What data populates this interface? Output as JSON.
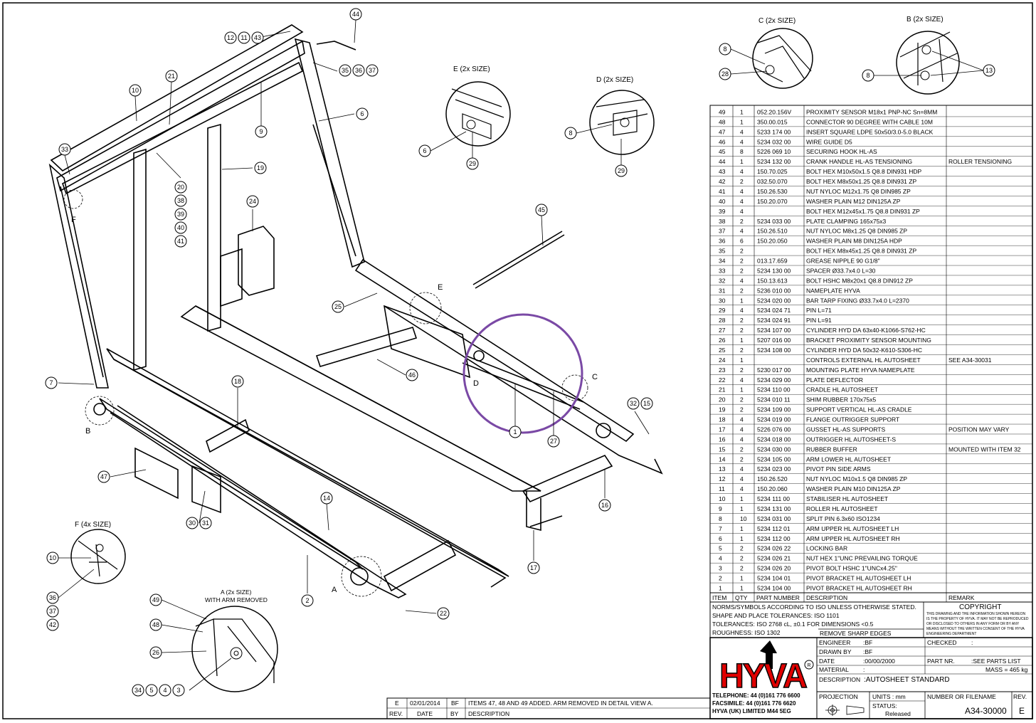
{
  "detail_labels": {
    "c": "C (2x SIZE)",
    "b": "B (2x SIZE)",
    "e": "E (2x SIZE)",
    "d": "D (2x SIZE)",
    "f": "F (4x SIZE)",
    "a_line1": "A (2x SIZE)",
    "a_line2": "WITH ARM REMOVED"
  },
  "view_letters": {
    "f": "F",
    "b": "B",
    "e": "E",
    "d": "D",
    "c": "C",
    "a": "A"
  },
  "balloons": {
    "b12": "12",
    "b11": "11",
    "b43": "43",
    "b44": "44",
    "b35": "35",
    "b36": "36",
    "b37": "37",
    "b21": "21",
    "b10": "10",
    "b9": "9",
    "b6": "6",
    "b33": "33",
    "b19": "19",
    "b20": "20",
    "b38": "38",
    "b39": "39",
    "b40": "40",
    "b41": "41",
    "b24": "24",
    "b45": "45",
    "b25": "25",
    "b46": "46",
    "b7": "7",
    "b18": "18",
    "b1": "1",
    "b27": "27",
    "b32": "32",
    "b15": "15",
    "b47": "47",
    "b14": "14",
    "b16": "16",
    "b30": "30",
    "b31": "31",
    "b17": "17",
    "b2": "2",
    "b22": "22",
    "f10": "10",
    "f36": "36",
    "f37": "37",
    "f42": "42",
    "a49": "49",
    "a48": "48",
    "a26": "26",
    "a34": "34",
    "a5": "5",
    "a4": "4",
    "a3": "3",
    "c8": "8",
    "c28": "28",
    "b_8": "8",
    "b_13": "13",
    "e6": "6",
    "e29": "29",
    "d8": "8",
    "d29": "29"
  },
  "bom": {
    "rows": [
      [
        "49",
        "1",
        "052.20.156V",
        "PROXIMITY SENSOR M18x1 PNP-NC Sn=8MM",
        ""
      ],
      [
        "48",
        "1",
        "350.00.015",
        "CONNECTOR 90 DEGREE WITH CABLE 10M",
        ""
      ],
      [
        "47",
        "4",
        "5233 174 00",
        "INSERT SQUARE LDPE 50x50/3.0-5.0 BLACK",
        ""
      ],
      [
        "46",
        "4",
        "5234 032 00",
        "WIRE GUIDE D5",
        ""
      ],
      [
        "45",
        "8",
        "5226 069 10",
        "SECURING HOOK HL-AS",
        ""
      ],
      [
        "44",
        "1",
        "5234 132 00",
        "CRANK HANDLE HL-AS TENSIONING",
        "ROLLER TENSIONING"
      ],
      [
        "43",
        "4",
        "150.70.025",
        "BOLT HEX M10x50x1.5 Q8.8 DIN931 HDP",
        ""
      ],
      [
        "42",
        "2",
        "032.50.070",
        "BOLT HEX M8x50x1.25 Q8.8 DIN931 ZP",
        ""
      ],
      [
        "41",
        "4",
        "150.26.530",
        "NUT NYLOC M12x1.75 Q8 DIN985 ZP",
        ""
      ],
      [
        "40",
        "4",
        "150.20.070",
        "WASHER PLAIN M12 DIN125A ZP",
        ""
      ],
      [
        "39",
        "4",
        "",
        "BOLT HEX M12x45x1.75 Q8.8 DIN931 ZP",
        ""
      ],
      [
        "38",
        "2",
        "5234 033 00",
        "PLATE CLAMPING 165x75x3",
        ""
      ],
      [
        "37",
        "4",
        "150.26.510",
        "NUT NYLOC M8x1.25 Q8 DIN985 ZP",
        ""
      ],
      [
        "36",
        "6",
        "150.20.050",
        "WASHER PLAIN M8 DIN125A HDP",
        ""
      ],
      [
        "35",
        "2",
        "",
        "BOLT HEX M8x45x1.25 Q8.8 DIN931 ZP",
        ""
      ],
      [
        "34",
        "2",
        "013.17.659",
        "GREASE NIPPLE 90 G1/8\"",
        ""
      ],
      [
        "33",
        "2",
        "5234 130 00",
        "SPACER Ø33.7x4.0 L=30",
        ""
      ],
      [
        "32",
        "4",
        "150.13.613",
        "BOLT HSHC M8x20x1 Q8.8 DIN912 ZP",
        ""
      ],
      [
        "31",
        "2",
        "5236 010 00",
        "NAMEPLATE HYVA",
        ""
      ],
      [
        "30",
        "1",
        "5234 020 00",
        "BAR TARP FIXING Ø33.7x4.0 L=2370",
        ""
      ],
      [
        "29",
        "4",
        "5234 024 71",
        "PIN L=71",
        ""
      ],
      [
        "28",
        "2",
        "5234 024 91",
        "PIN L=91",
        ""
      ],
      [
        "27",
        "2",
        "5234 107 00",
        "CYLINDER HYD DA 63x40-K1066-S762-HC",
        ""
      ],
      [
        "26",
        "1",
        "5207 016 00",
        "BRACKET PROXIMITY SENSOR MOUNTING",
        ""
      ],
      [
        "25",
        "2",
        "5234 108 00",
        "CYLINDER HYD DA 50x32-K610-S306-HC",
        ""
      ],
      [
        "24",
        "1",
        "",
        "CONTROLS EXTERNAL HL AUTOSHEET",
        "SEE A34-30031"
      ],
      [
        "23",
        "2",
        "5230 017 00",
        "MOUNTING PLATE HYVA NAMEPLATE",
        ""
      ],
      [
        "22",
        "4",
        "5234 029 00",
        "PLATE DEFLECTOR",
        ""
      ],
      [
        "21",
        "1",
        "5234 110 00",
        "CRADLE HL AUTOSHEET",
        ""
      ],
      [
        "20",
        "2",
        "5234 010 11",
        "SHIM RUBBER 170x75x5",
        ""
      ],
      [
        "19",
        "2",
        "5234 109 00",
        "SUPPORT VERTICAL HL-AS CRADLE",
        ""
      ],
      [
        "18",
        "4",
        "5234 019 00",
        "FLANGE OUTRIGGER SUPPORT",
        ""
      ],
      [
        "17",
        "4",
        "5226 076 00",
        "GUSSET HL-AS SUPPORTS",
        "POSITION MAY VARY"
      ],
      [
        "16",
        "4",
        "5234 018 00",
        "OUTRIGGER HL AUTOSHEET-S",
        ""
      ],
      [
        "15",
        "2",
        "5234 030 00",
        "RUBBER BUFFER",
        "MOUNTED WITH ITEM 32"
      ],
      [
        "14",
        "2",
        "5234 105 00",
        "ARM LOWER HL AUTOSHEET",
        ""
      ],
      [
        "13",
        "4",
        "5234 023 00",
        "PIVOT PIN SIDE ARMS",
        ""
      ],
      [
        "12",
        "4",
        "150.26.520",
        "NUT NYLOC M10x1.5 Q8 DIN985 ZP",
        ""
      ],
      [
        "11",
        "4",
        "150.20.060",
        "WASHER PLAIN M10 DIN125A ZP",
        ""
      ],
      [
        "10",
        "1",
        "5234 111 00",
        "STABILISER HL AUTOSHEET",
        ""
      ],
      [
        "9",
        "1",
        "5234 131 00",
        "ROLLER HL AUTOSHEET",
        ""
      ],
      [
        "8",
        "10",
        "5234 031 00",
        "SPLIT PIN 6.3x60 ISO1234",
        ""
      ],
      [
        "7",
        "1",
        "5234 112 01",
        "ARM UPPER HL AUTOSHEET LH",
        ""
      ],
      [
        "6",
        "1",
        "5234 112 00",
        "ARM UPPER HL AUTOSHEET RH",
        ""
      ],
      [
        "5",
        "2",
        "5234 026 22",
        "LOCKING BAR",
        ""
      ],
      [
        "4",
        "2",
        "5234 026 21",
        "NUT HEX 1\"UNC PREVAILING TORQUE",
        ""
      ],
      [
        "3",
        "2",
        "5234 026 20",
        "PIVOT BOLT HSHC 1\"UNCx4.25\"",
        ""
      ],
      [
        "2",
        "1",
        "5234 104 01",
        "PIVOT BRACKET HL AUTOSHEET LH",
        ""
      ],
      [
        "1",
        "1",
        "5234 104 00",
        "PIVOT BRACKET HL AUTOSHEET RH",
        ""
      ]
    ],
    "header": {
      "item": "ITEM",
      "qty": "QTY",
      "part": "PART NUMBER",
      "desc": "DESCRIPTION",
      "remark": "REMARK"
    }
  },
  "notes": {
    "n1": "NORMS/SYMBOLS ACCORDING TO ISO UNLESS OTHERWISE STATED.",
    "n2": "SHAPE AND PLACE TOLERANCES: ISO 1101",
    "n3": "TOLERANCES: ISO 2768 cL, ±0.1 FOR DIMENSIONS <0.5",
    "n4": "ROUGHNESS: ISO 1302",
    "remove": "REMOVE SHARP EDGES",
    "copyright": "COPYRIGHT",
    "copy1": "THIS DRAWING AND THE INFORMATION SHOWN HEREON",
    "copy2": "IS THE PROPERTY OF HYVA. IT MAY NOT BE REPRODUCED",
    "copy3": "OR DISCLOSED TO OTHERS IN ANY FORM OR BY ANY",
    "copy4": "MEANS WITHOUT THE WRITTEN CONSENT OF THE HYVA",
    "copy5": "ENGINEERING DEPARTMENT"
  },
  "title_block": {
    "logo": "HYVA",
    "tel": "TELEPHONE: 44 (0)161 776 6600",
    "fax": "FACSIMILE: 44 (0)161 776 6620",
    "addr": "HYVA (UK) LIMITED M44 5EG",
    "engineer_lbl": "ENGINEER",
    "engineer_val": ":BF",
    "checked_lbl": "CHECKED",
    "checked_val": ":",
    "drawn_lbl": "DRAWN BY",
    "drawn_val": ":BF",
    "date_lbl": "DATE",
    "date_val": ":00/00/2000",
    "partnr_lbl": "PART NR.",
    "partnr_val": ":SEE PARTS LIST",
    "material_lbl": "MATERIAL",
    "material_val": ":",
    "mass": "MASS = 465 kg",
    "desc_lbl": "DESCRIPTION",
    "desc_val": ":AUTOSHEET STANDARD",
    "projection": "PROJECTION",
    "units": "UNITS : mm",
    "number_lbl": "NUMBER OR FILENAME",
    "number_val": "A34-30000",
    "rev_lbl": "REV.",
    "rev_val": "E",
    "status_lbl": "STATUS:",
    "status_val": "Released"
  },
  "revision": {
    "rev": "E",
    "date": "02/01/2014",
    "by": "BF",
    "desc": "ITEMS 47, 48 AND 49 ADDED. ARM REMOVED IN DETAIL VIEW A.",
    "h_rev": "REV.",
    "h_date": "DATE",
    "h_by": "BY",
    "h_desc": "DESCRIPTION"
  }
}
